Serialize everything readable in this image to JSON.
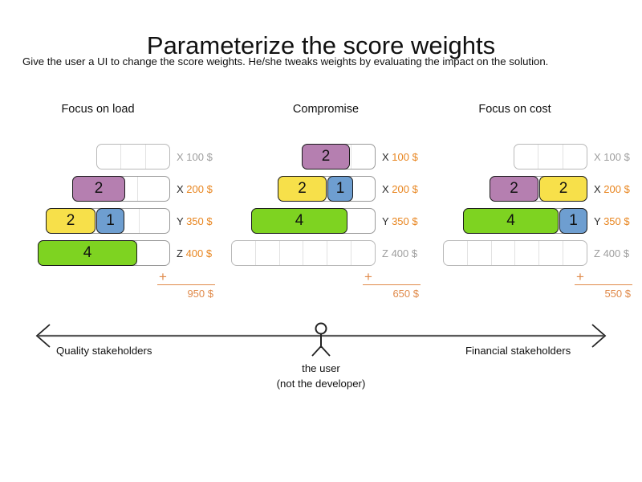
{
  "header": {
    "title": "Parameterize the score weights",
    "subtitle": "Give the user a UI to change the score weights. He/she tweaks weights by evaluating the impact on the solution."
  },
  "colors": {
    "purple": "#b57fb0",
    "yellow": "#f7e04a",
    "blue": "#6e9ed0",
    "green": "#7ed321",
    "orange_amount": "#e8851f",
    "orange_total": "#e08a4a",
    "muted": "#9e9e9e",
    "track_border": "#9a9a9a",
    "axis": "#5a5a5a"
  },
  "columns": [
    {
      "title": "Focus on load",
      "rows": [
        {
          "letter": "X",
          "amount": "100 $",
          "active": false,
          "cells": 3,
          "track_width": 92,
          "segments": []
        },
        {
          "letter": "X",
          "amount": "200 $",
          "active": true,
          "cells": 3,
          "track_width": 122,
          "segments": [
            {
              "value": "2",
              "color": "purple",
              "width": 66
            }
          ]
        },
        {
          "letter": "Y",
          "amount": "350 $",
          "active": true,
          "cells": 4,
          "track_width": 155,
          "segments": [
            {
              "value": "2",
              "color": "yellow",
              "width": 62
            },
            {
              "value": "1",
              "color": "blue",
              "width": 35
            }
          ]
        },
        {
          "letter": "Z",
          "amount": "400 $",
          "active": true,
          "cells": 4,
          "track_width": 165,
          "segments": [
            {
              "value": "4",
              "color": "green",
              "width": 124
            }
          ]
        }
      ],
      "total": {
        "plus": "+",
        "sum": "950 $"
      }
    },
    {
      "title": "Compromise",
      "rows": [
        {
          "letter": "X",
          "amount": "100 $",
          "active": true,
          "cells": 3,
          "track_width": 92,
          "segments": [
            {
              "value": "2",
              "color": "purple",
              "width": 60
            }
          ]
        },
        {
          "letter": "X",
          "amount": "200 $",
          "active": true,
          "cells": 3,
          "track_width": 122,
          "segments": [
            {
              "value": "2",
              "color": "yellow",
              "width": 61
            },
            {
              "value": "1",
              "color": "blue",
              "width": 32
            }
          ]
        },
        {
          "letter": "Y",
          "amount": "350 $",
          "active": true,
          "cells": 4,
          "track_width": 155,
          "segments": [
            {
              "value": "4",
              "color": "green",
              "width": 120
            }
          ]
        },
        {
          "letter": "Z",
          "amount": "400 $",
          "active": false,
          "cells": 6,
          "track_width": 180,
          "segments": []
        }
      ],
      "total": {
        "plus": "+",
        "sum": "650 $"
      }
    },
    {
      "title": "Focus on cost",
      "rows": [
        {
          "letter": "X",
          "amount": "100 $",
          "active": false,
          "cells": 3,
          "track_width": 92,
          "segments": []
        },
        {
          "letter": "X",
          "amount": "200 $",
          "active": true,
          "cells": 3,
          "track_width": 122,
          "segments": [
            {
              "value": "2",
              "color": "purple",
              "width": 61
            },
            {
              "value": "2",
              "color": "yellow",
              "width": 60
            }
          ]
        },
        {
          "letter": "Y",
          "amount": "350 $",
          "active": true,
          "cells": 4,
          "track_width": 155,
          "segments": [
            {
              "value": "4",
              "color": "green",
              "width": 119
            },
            {
              "value": "1",
              "color": "blue",
              "width": 35
            }
          ]
        },
        {
          "letter": "Z",
          "amount": "400 $",
          "active": false,
          "cells": 6,
          "track_width": 180,
          "segments": []
        }
      ],
      "total": {
        "plus": "+",
        "sum": "550 $"
      }
    }
  ],
  "axis": {
    "left_label": "Quality stakeholders",
    "right_label": "Financial stakeholders",
    "user_caption_line1": "the user",
    "user_caption_line2": "(not the developer)"
  }
}
